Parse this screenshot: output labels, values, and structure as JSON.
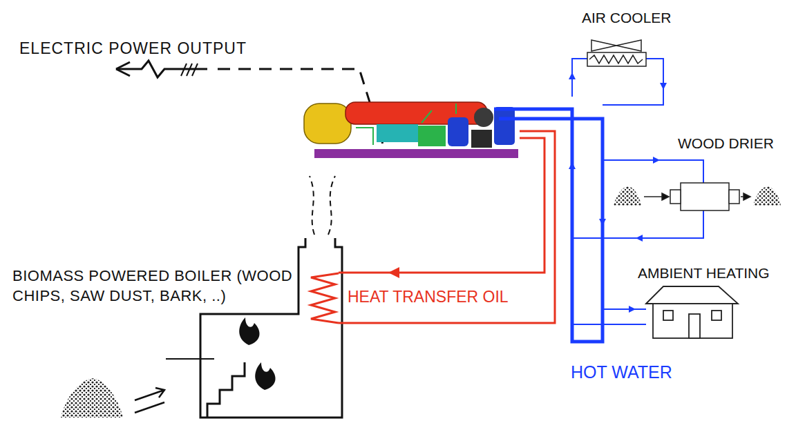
{
  "diagram": {
    "nodes": [
      {
        "text": [
          "BIOMASS POWERED BOILER (WOOD CHIPS, SAW DUST, BARK, ..)"
        ]
      },
      {
        "text": [
          "AIR COOLER"
        ]
      },
      {
        "text": [
          "WOOD DRIER"
        ]
      },
      {
        "text": [
          "AMBIENT HEATING"
        ]
      }
    ],
    "labels": [
      "ELECTRIC POWER OUTPUT",
      "HEAT TRANSFER OIL",
      "HOT WATER"
    ]
  }
}
